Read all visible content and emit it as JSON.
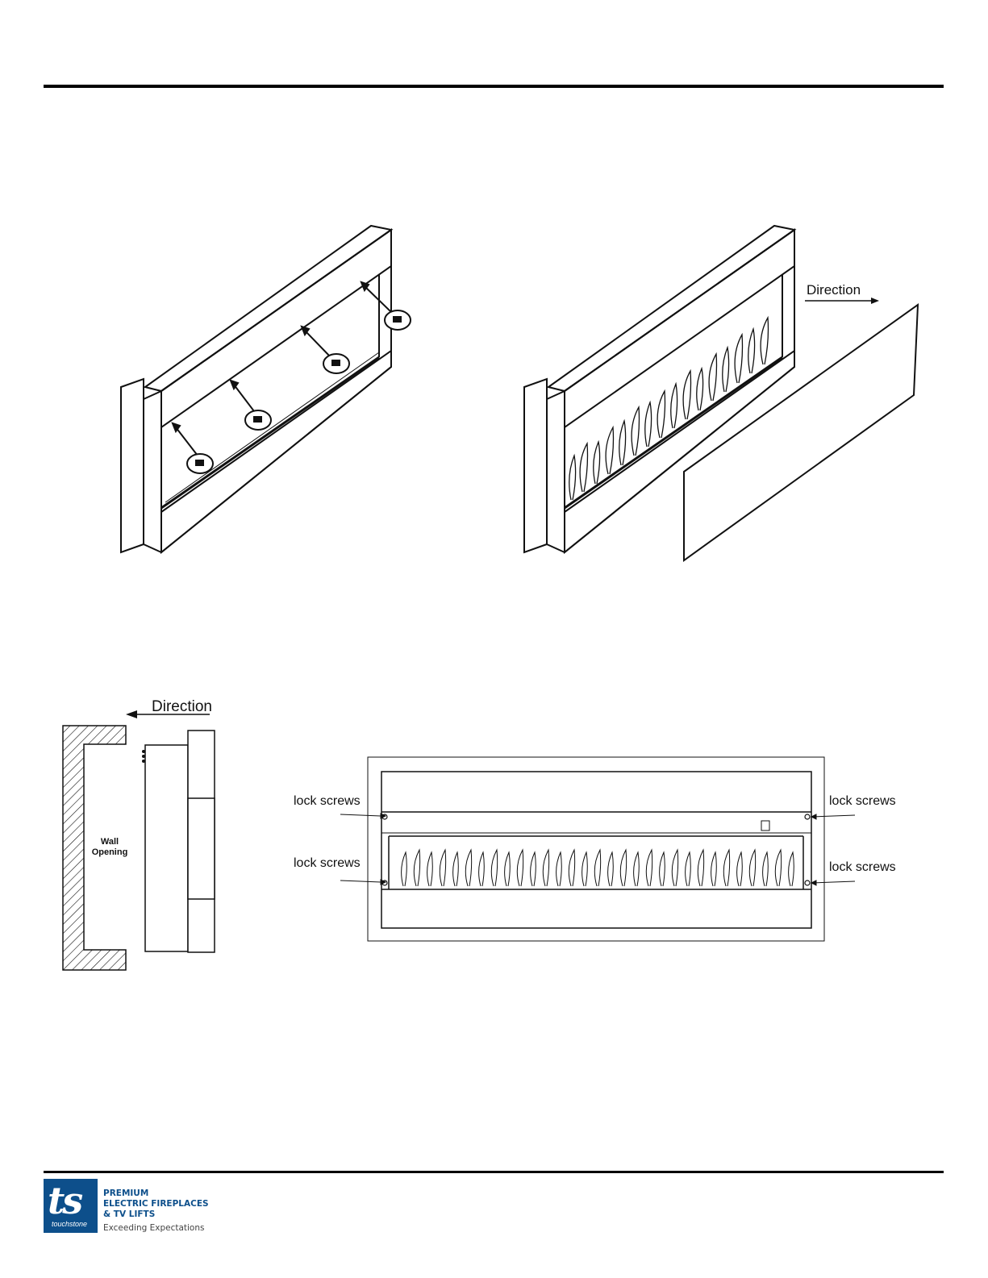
{
  "labels": {
    "direction_top": "Direction",
    "direction_side": "Direction",
    "wall_opening_line1": "Wall",
    "wall_opening_line2": "Opening",
    "lock_screws_top_left": "lock screws",
    "lock_screws_bottom_left": "lock screws",
    "lock_screws_top_right": "lock screws",
    "lock_screws_bottom_right": "lock screws"
  },
  "footer": {
    "logo_letters": "ts",
    "logo_word": "touchstone",
    "line1": "PREMIUM",
    "line2": "ELECTRIC FIREPLACES",
    "line3": "& TV LIFTS",
    "tagline": "Exceeding Expectations"
  },
  "colors": {
    "brand_blue": "#0d4f8b",
    "ink": "#111111"
  }
}
